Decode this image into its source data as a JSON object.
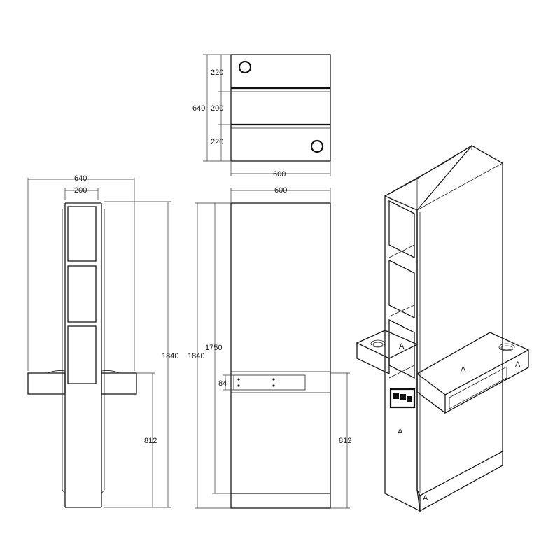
{
  "colors": {
    "line": "#111111",
    "background": "#ffffff"
  },
  "top_view": {
    "dim_total": "640",
    "dim_top": "220",
    "dim_mid": "200",
    "dim_bottom": "220",
    "dim_width": "600"
  },
  "side_view": {
    "dim_width": "640",
    "dim_column": "200",
    "dim_height": "1840",
    "dim_counter": "812"
  },
  "front_view": {
    "dim_width": "600",
    "dim_height_outer": "1840",
    "dim_height_inner": "1750",
    "dim_shelf": "84",
    "dim_counter": "812"
  },
  "iso_view": {
    "label_a1": "A",
    "label_a2": "A",
    "label_a3": "A",
    "label_a4": "A",
    "label_a5": "A"
  }
}
